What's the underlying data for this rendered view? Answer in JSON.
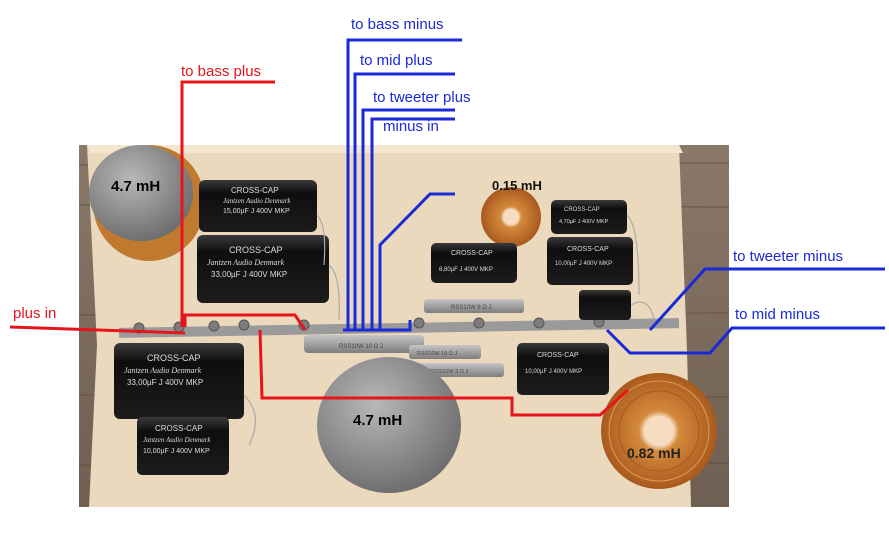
{
  "labels": {
    "to_bass_plus": "to bass plus",
    "plus_in": "plus in",
    "to_bass_minus": "to bass minus",
    "to_mid_plus": "to mid plus",
    "to_tweeter_plus": "to tweeter plus",
    "minus_in": "minus in",
    "to_tweeter_minus": "to tweeter minus",
    "to_mid_minus": "to mid minus"
  },
  "inductors": {
    "large_top_left": "4.7 mH",
    "large_center": "4.7 mH",
    "small_top": "0.15 mH",
    "copper_right": "0.82 mH"
  },
  "capacitors": {
    "brand": "CROSS-CAP",
    "maker": "Jantzen Audio Denmark",
    "c_15": "15,00µF J 400V MKP",
    "c_33_top": "33,00µF J 400V MKP",
    "c_33_bottom": "33,00µF J 400V MKP",
    "c_10_bottom": "10,00µF J 400V MKP",
    "c_6_8": "6,80µF J 400V MKP",
    "c_4_7": "4,70µF J 400V MKP",
    "c_10_right": "10,00µF J 400V MKP",
    "c_10_lower_right": "10,00µF J 400V MKP"
  },
  "resistors": {
    "r_long": "RSS10W 10 Ω J",
    "r_small": "RSS10W 10 Ω J",
    "r_upper": "RSS10W 8 Ω J",
    "r_lower": "RSS10W 3 Ω J"
  },
  "colors": {
    "plus_wire": "#e8141c",
    "minus_wire": "#1a2ad6",
    "board": "#e9d9bf",
    "copper": "#c8742c"
  }
}
